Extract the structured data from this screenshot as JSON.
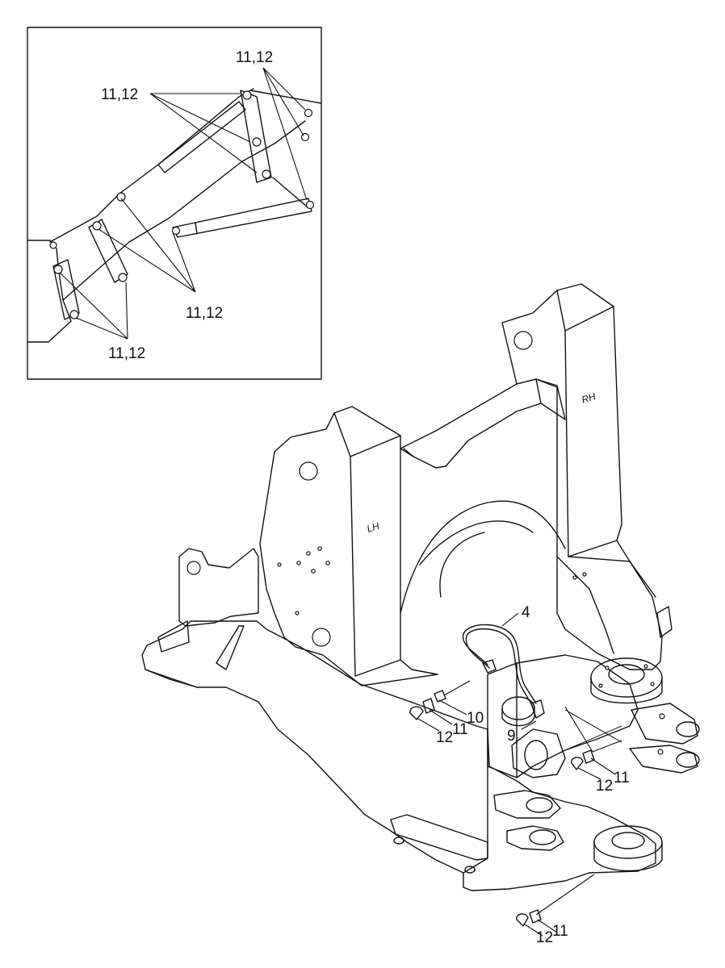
{
  "inset": {
    "callouts": [
      "11,12",
      "11,12",
      "11,12",
      "11,12"
    ]
  },
  "frame": {
    "left_label": "LH",
    "right_label": "RH"
  },
  "callouts": {
    "hose": "4",
    "fitting": "9",
    "fitting_mid": "10",
    "nipple_left": "11",
    "cap_left": "12",
    "nipple_right": "11",
    "cap_right": "12",
    "nipple_bottom": "11",
    "cap_bottom": "12"
  }
}
